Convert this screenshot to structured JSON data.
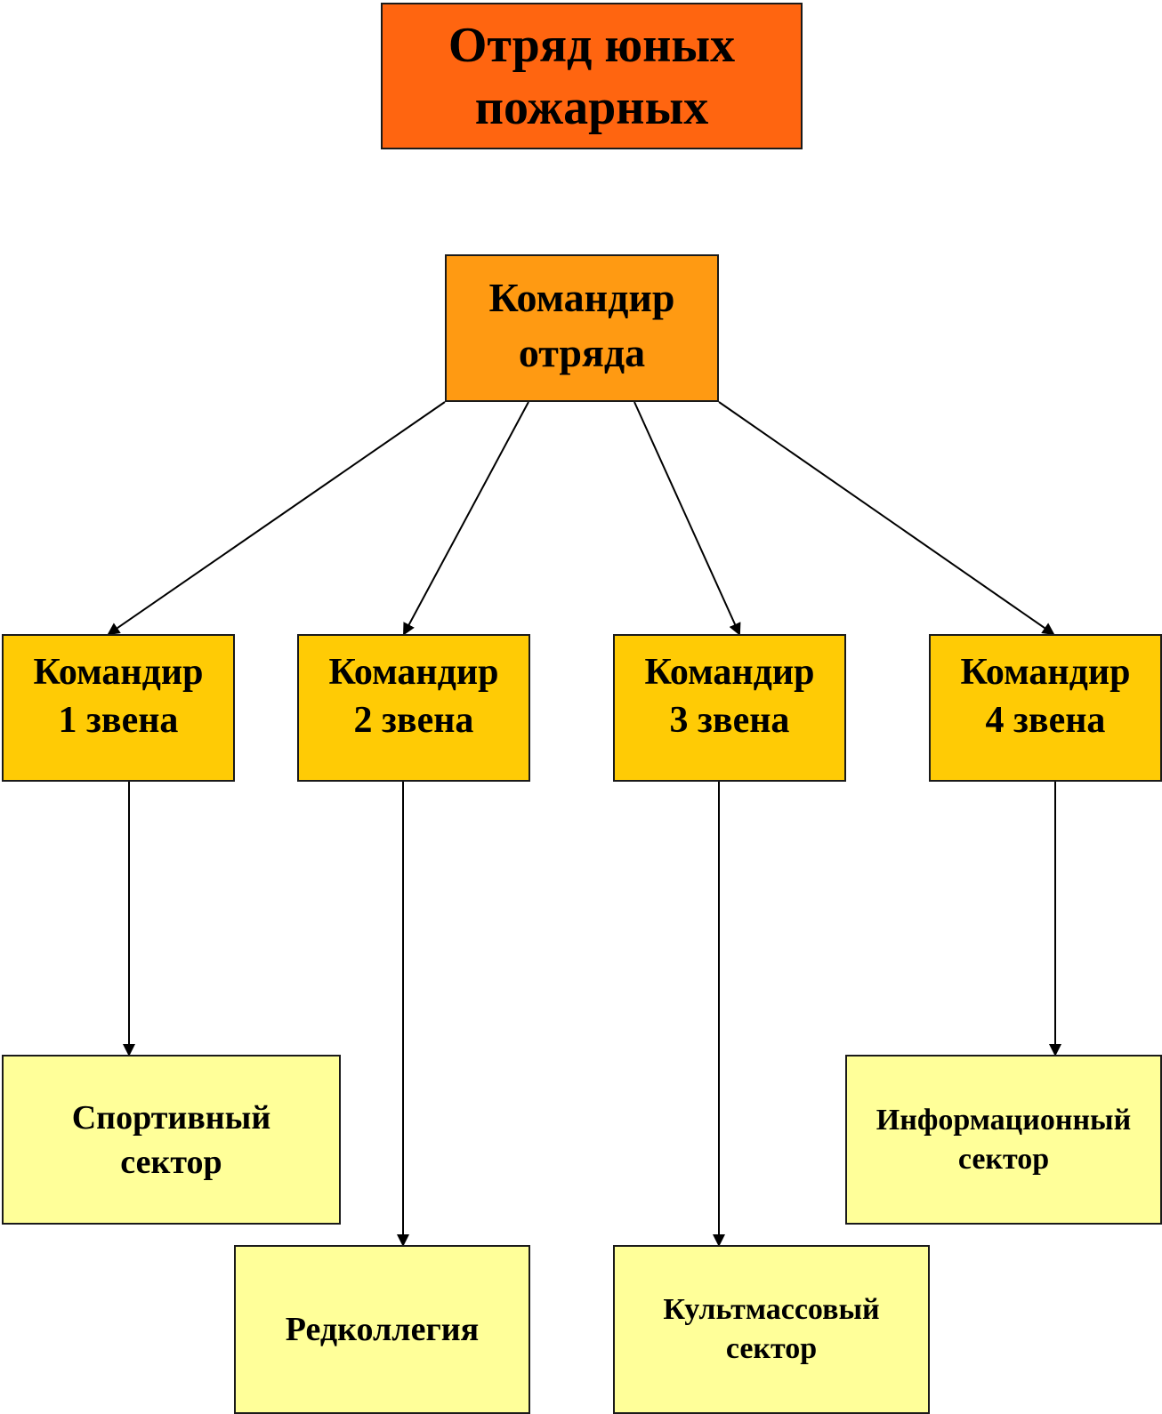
{
  "title": "Отряд юных\nпожарных",
  "commander": "Командир\nотряда",
  "links": [
    {
      "label": "Командир\n1 звена"
    },
    {
      "label": "Командир\n2 звена"
    },
    {
      "label": "Командир\n3 звена"
    },
    {
      "label": "Командир\n4 звена"
    }
  ],
  "sectors": {
    "sport": "Спортивный\nсектор",
    "editorial": "Редколлегия",
    "culture": "Культмассовый\nсектор",
    "info": "Информационный\nсектор"
  },
  "colors": {
    "title_fill": "#ff6510",
    "commander_fill": "#ff9a12",
    "link_fill": "#ffcb05",
    "sector_fill": "#ffff99",
    "line": "#000000"
  }
}
